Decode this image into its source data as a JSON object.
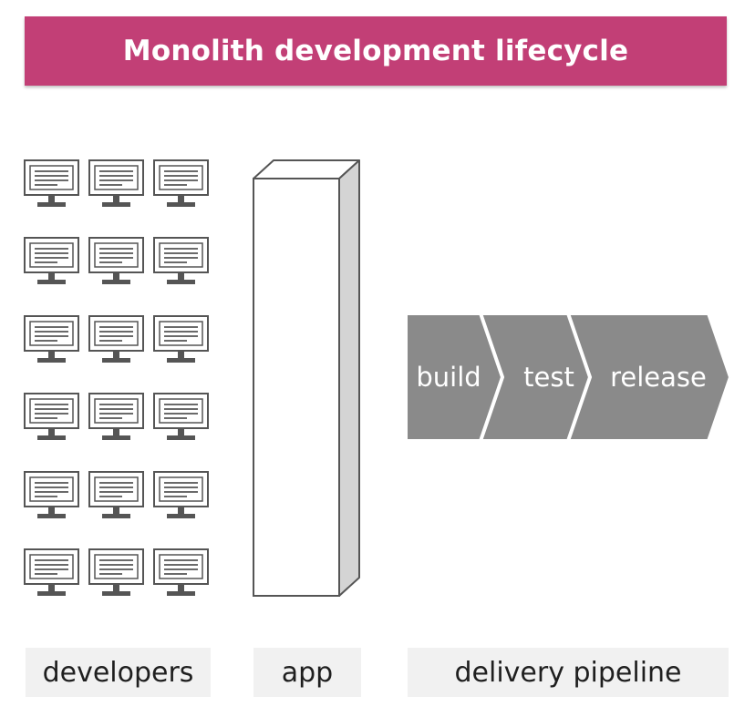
{
  "title": "Monolith development lifecycle",
  "developers": {
    "rows": 6,
    "columns": 3,
    "icon": "monitor-icon"
  },
  "pipeline": {
    "stages": [
      "build",
      "test",
      "release"
    ],
    "color": "#8a8a8a"
  },
  "labels": {
    "developers": "developers",
    "app": "app",
    "pipeline": "delivery pipeline"
  },
  "colors": {
    "banner": "#c23f76",
    "label_bg": "#f1f1f1"
  }
}
